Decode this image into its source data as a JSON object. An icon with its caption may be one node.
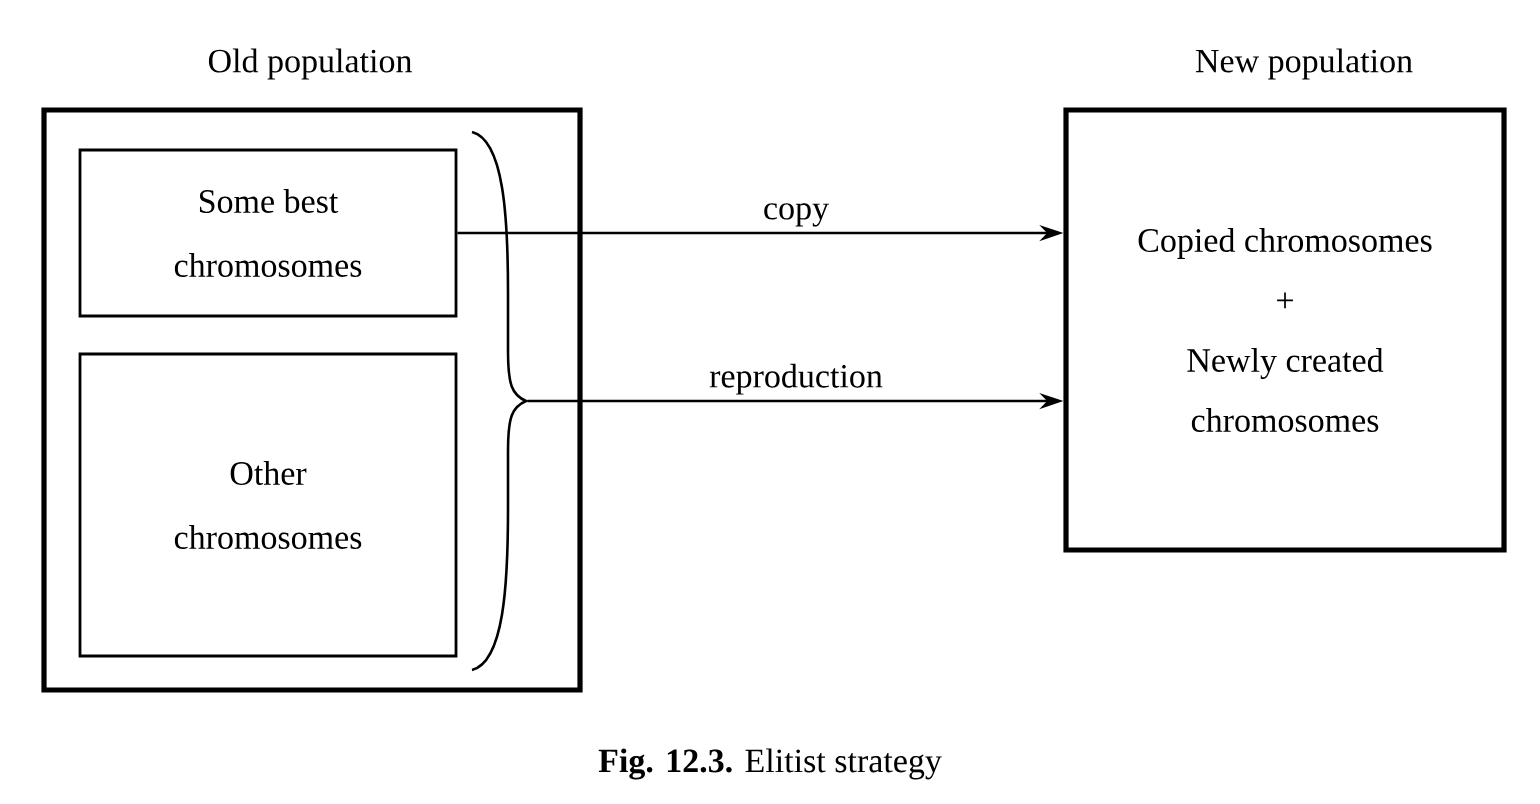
{
  "diagram": {
    "caption": "**Fig. 12.3.** Elitist strategy",
    "nodes": [
      {
        "text": [
          "Old population"
        ]
      },
      {
        "text": [
          "Some best chromosomes"
        ],
        "in": 0
      },
      {
        "text": [
          "Other chromosomes"
        ],
        "in": 0
      },
      {
        "text": [
          "New population",
          "Copied chromosomes",
          "+",
          "Newly created chromosomes"
        ]
      },
      {
        "text": [],
        "shape": "brace",
        "in": 0
      }
    ],
    "edges": [
      {
        "from": 1,
        "to": 3,
        "arrow": "to",
        "label": "copy"
      },
      {
        "from": 4,
        "to": 3,
        "arrow": "to",
        "label": "reproduction"
      }
    ]
  }
}
